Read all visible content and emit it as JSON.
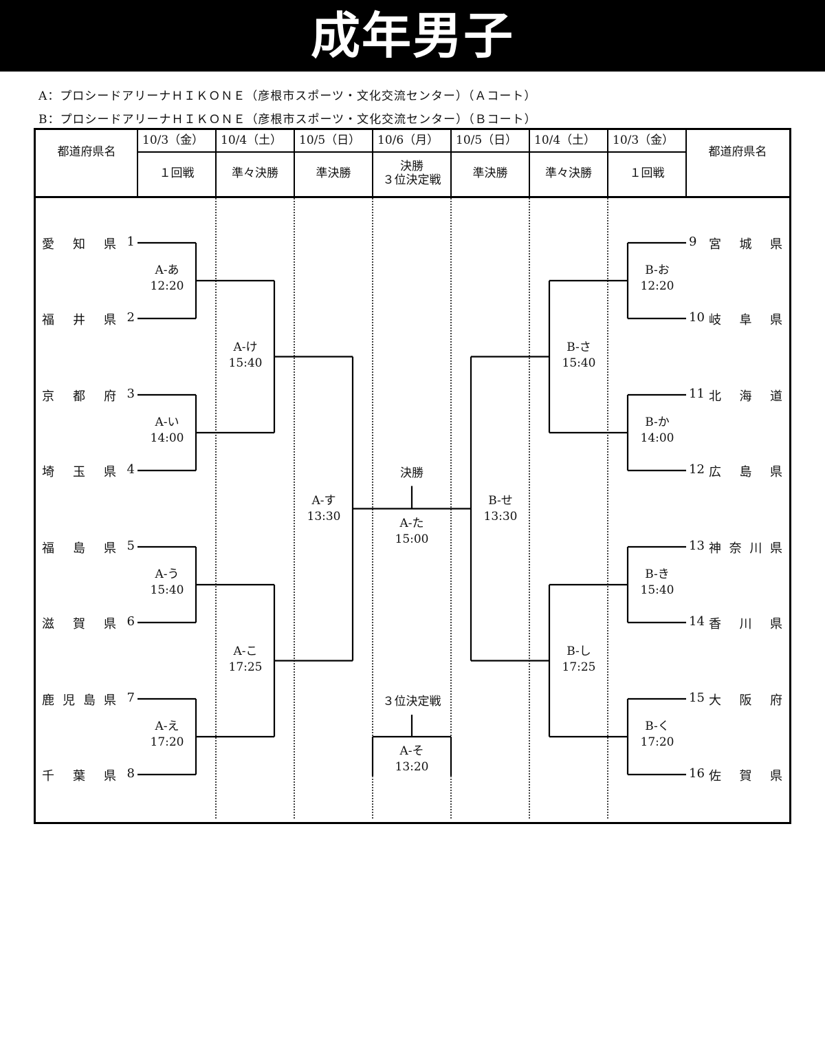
{
  "title": "成年男子",
  "venues": [
    "A：プロシードアリーナＨＩＫＯＮＥ（彦根市スポーツ・文化交流センター）（Ａコート）",
    "B：プロシードアリーナＨＩＫＯＮＥ（彦根市スポーツ・文化交流センター）（Ｂコート）"
  ],
  "header": {
    "prefecture_label": "都道府県名",
    "columns": [
      {
        "date": "10/3（金）",
        "round": "１回戦"
      },
      {
        "date": "10/4（土）",
        "round": "準々決勝"
      },
      {
        "date": "10/5（日）",
        "round": "準決勝"
      },
      {
        "date": "10/6（月）",
        "round": "決勝\n３位決定戦"
      },
      {
        "date": "10/5（日）",
        "round": "準決勝"
      },
      {
        "date": "10/4（土）",
        "round": "準々決勝"
      },
      {
        "date": "10/3（金）",
        "round": "１回戦"
      }
    ]
  },
  "teams_left": [
    {
      "seed": "1",
      "name": "愛知県"
    },
    {
      "seed": "2",
      "name": "福井県"
    },
    {
      "seed": "3",
      "name": "京都府"
    },
    {
      "seed": "4",
      "name": "埼玉県"
    },
    {
      "seed": "5",
      "name": "福島県"
    },
    {
      "seed": "6",
      "name": "滋賀県"
    },
    {
      "seed": "7",
      "name": "鹿児島県"
    },
    {
      "seed": "8",
      "name": "千葉県"
    }
  ],
  "teams_right": [
    {
      "seed": "9",
      "name": "宮城県"
    },
    {
      "seed": "10",
      "name": "岐阜県"
    },
    {
      "seed": "11",
      "name": "北海道"
    },
    {
      "seed": "12",
      "name": "広島県"
    },
    {
      "seed": "13",
      "name": "神奈川県"
    },
    {
      "seed": "14",
      "name": "香川県"
    },
    {
      "seed": "15",
      "name": "大阪府"
    },
    {
      "seed": "16",
      "name": "佐賀県"
    }
  ],
  "matches": {
    "left_r1": [
      {
        "id": "A-あ",
        "time": "12:20"
      },
      {
        "id": "A-い",
        "time": "14:00"
      },
      {
        "id": "A-う",
        "time": "15:40"
      },
      {
        "id": "A-え",
        "time": "17:20"
      }
    ],
    "left_qf": [
      {
        "id": "A-け",
        "time": "15:40"
      },
      {
        "id": "A-こ",
        "time": "17:25"
      }
    ],
    "left_sf": {
      "id": "A-す",
      "time": "13:30"
    },
    "right_r1": [
      {
        "id": "B-お",
        "time": "12:20"
      },
      {
        "id": "B-か",
        "time": "14:00"
      },
      {
        "id": "B-き",
        "time": "15:40"
      },
      {
        "id": "B-く",
        "time": "17:20"
      }
    ],
    "right_qf": [
      {
        "id": "B-さ",
        "time": "15:40"
      },
      {
        "id": "B-し",
        "time": "17:25"
      }
    ],
    "right_sf": {
      "id": "B-せ",
      "time": "13:30"
    },
    "final": {
      "label": "決勝",
      "id": "A-た",
      "time": "15:00"
    },
    "third_place": {
      "label": "３位決定戦",
      "id": "A-そ",
      "time": "13:20"
    }
  }
}
